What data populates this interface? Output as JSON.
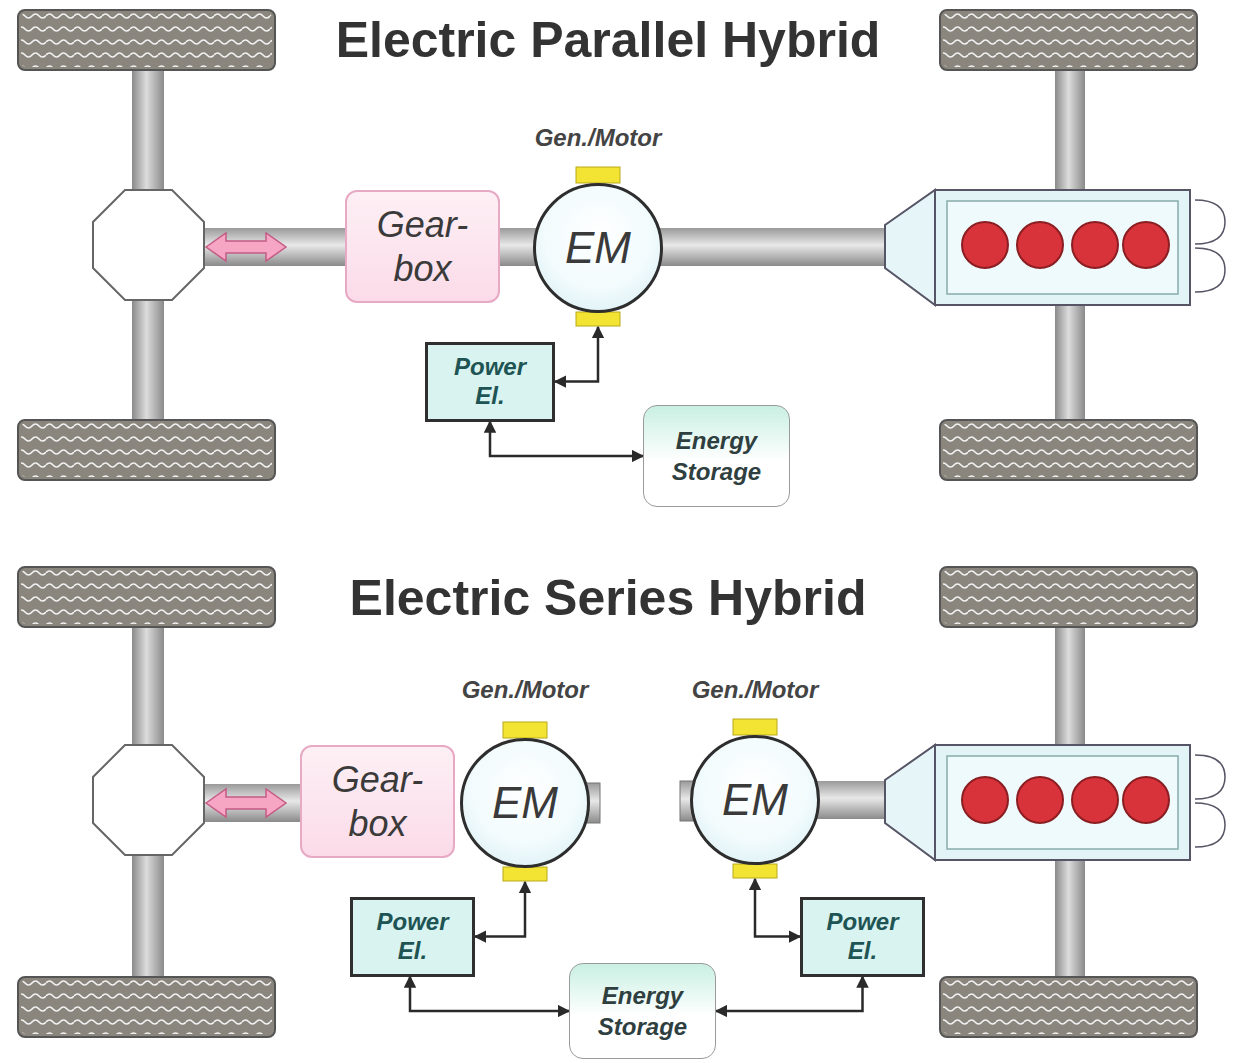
{
  "diagram": {
    "nodes": [
      {
        "text": [
          "Gear- box"
        ]
      },
      {
        "text": [
          "EM"
        ]
      },
      {
        "text": [
          "Power El."
        ]
      },
      {
        "text": [
          "Energy Storage"
        ]
      },
      {
        "text": [
          "Gear- box"
        ]
      },
      {
        "text": [
          "EM"
        ]
      },
      {
        "text": [
          "EM"
        ]
      },
      {
        "text": [
          "Power El."
        ]
      },
      {
        "text": [
          "Power El."
        ]
      },
      {
        "text": [
          "Energy Storage"
        ]
      }
    ],
    "edges": [
      {
        "from": 1,
        "to": 2,
        "arrow": "both"
      },
      {
        "from": 2,
        "to": 3,
        "arrow": "both"
      },
      {
        "from": 5,
        "to": 7,
        "arrow": "both"
      },
      {
        "from": 6,
        "to": 8,
        "arrow": "both"
      },
      {
        "from": 7,
        "to": 9,
        "arrow": "both"
      },
      {
        "from": 8,
        "to": 9,
        "arrow": "both"
      }
    ],
    "labels": [
      "Electric Parallel Hybrid",
      "Gen./Motor",
      "Electric Series Hybrid",
      "Gen./Motor",
      "Gen./Motor"
    ]
  }
}
